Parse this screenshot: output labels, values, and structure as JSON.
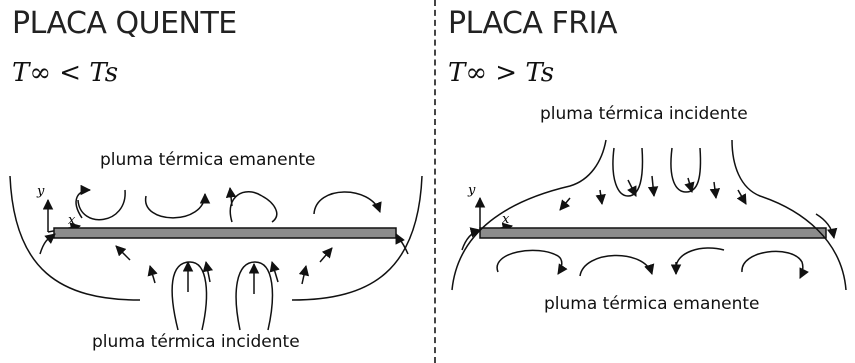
{
  "left": {
    "title": "PLACA QUENTE",
    "condition": "T∞ < Ts",
    "label_top": "pluma térmica emanente",
    "label_bottom": "pluma térmica incidente",
    "axis_y": "y",
    "axis_x": "x"
  },
  "right": {
    "title": "PLACA FRIA",
    "condition": "T∞ > Ts",
    "label_top": "pluma térmica incidente",
    "label_bottom": "pluma térmica emanente",
    "axis_y": "y",
    "axis_x": "x"
  },
  "colors": {
    "plate_fill": "#8c8c8c",
    "stroke": "#111111"
  }
}
